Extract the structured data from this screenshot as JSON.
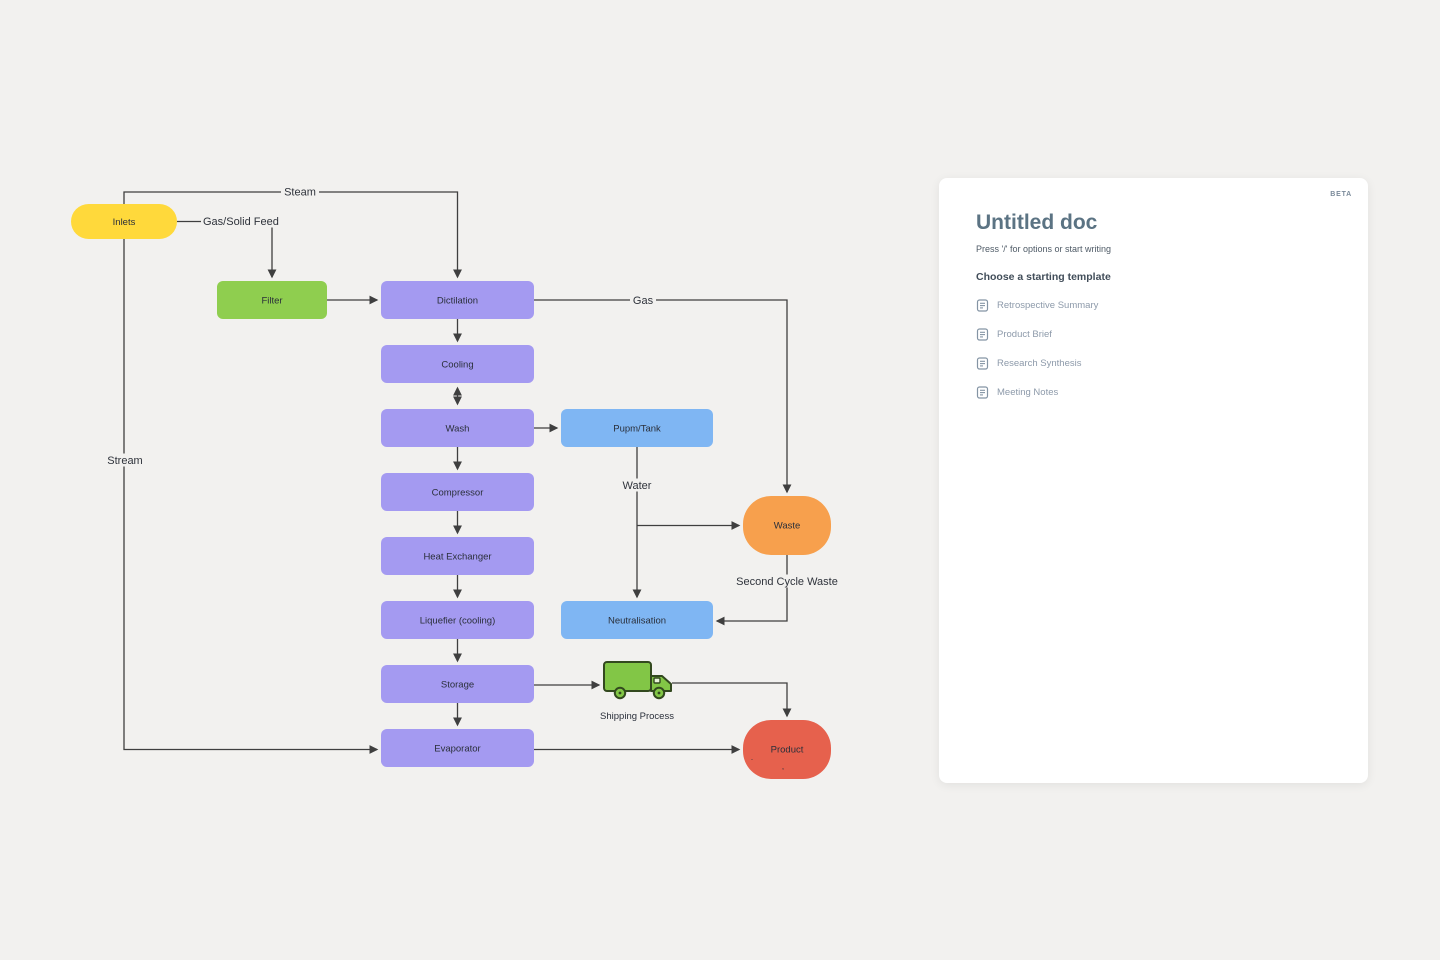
{
  "canvas": {
    "colors": {
      "purple": "#A49AF1",
      "green": "#8FCE4F",
      "yellow": "#FFD93B",
      "blue": "#7FB6F3",
      "orange": "#F7A04D",
      "red": "#E6614D",
      "truck_green": "#82C646",
      "line": "#3F3F3F"
    },
    "nodes": {
      "inlets": "Inlets",
      "filter": "Filter",
      "dictilation": "Dictilation",
      "cooling": "Cooling",
      "wash": "Wash",
      "pump_tank": "Pupm/Tank",
      "compressor": "Compressor",
      "heat_exchanger": "Heat Exchanger",
      "liquefier": "Liquefier (cooling)",
      "neutralisation": "Neutralisation",
      "storage": "Storage",
      "evaporator": "Evaporator",
      "waste": "Waste",
      "product": "Product",
      "product_mark_1": ".",
      "product_mark_2": ",",
      "shipping_process": "Shipping Process"
    },
    "labels": {
      "steam": "Steam",
      "gas_solid_feed": "Gas/Solid Feed",
      "gas": "Gas",
      "water": "Water",
      "stream": "Stream",
      "second_cycle_waste": "Second Cycle Waste"
    }
  },
  "doc_panel": {
    "beta": "BETA",
    "title": "Untitled doc",
    "hint": "Press '/' for options or start writing",
    "templates_heading": "Choose a starting template",
    "templates": [
      {
        "label": "Retrospective Summary"
      },
      {
        "label": "Product Brief"
      },
      {
        "label": "Research Synthesis"
      },
      {
        "label": "Meeting Notes"
      }
    ]
  }
}
